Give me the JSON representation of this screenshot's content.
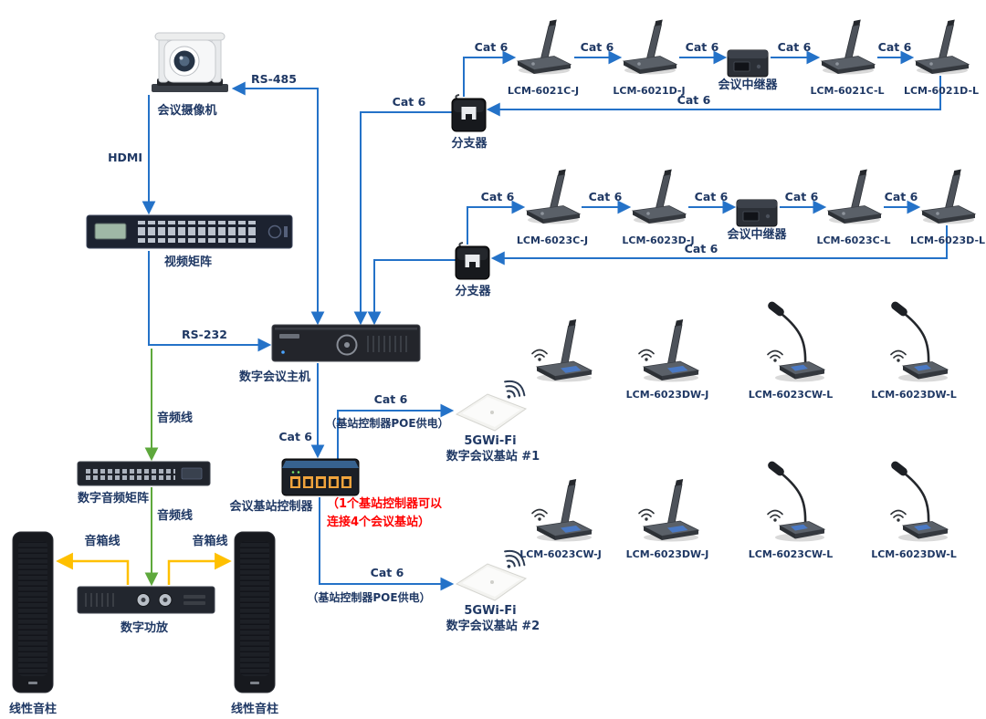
{
  "colors": {
    "line_blue": "#2472c8",
    "line_green": "#5ea83c",
    "line_orange": "#ffc000",
    "text_navy": "#1f3864",
    "text_red": "#ff0000"
  },
  "cables": {
    "cat6": "Cat 6",
    "rs485": "RS-485",
    "hdmi": "HDMI",
    "rs232": "RS-232",
    "audio_line": "音频线",
    "speaker_line": "音箱线"
  },
  "devices": {
    "camera": "会议摄像机",
    "video_matrix": "视频矩阵",
    "host": "数字会议主机",
    "audio_matrix": "数字音频矩阵",
    "amplifier": "数字功放",
    "column_speaker": "线性音柱",
    "controller": "会议基站控制器",
    "splitter": "分支器",
    "repeater": "会议中继器"
  },
  "controller_note": {
    "line1": "（1个基站控制器可以",
    "line2": "连接4个会议基站）"
  },
  "poe_note": "（基站控制器POE供电）",
  "chain1": {
    "mic1": "LCM-6021C-J",
    "mic2": "LCM-6021D-J",
    "mic3": "LCM-6021C-L",
    "mic4": "LCM-6021D-L"
  },
  "chain2": {
    "mic1": "LCM-6023C-J",
    "mic2": "LCM-6023D-J",
    "mic3": "LCM-6023C-L",
    "mic4": "LCM-6023D-L"
  },
  "wireless_row1": {
    "mic2": "LCM-6023DW-J",
    "mic3": "LCM-6023CW-L",
    "mic4": "LCM-6023DW-L"
  },
  "wireless_row2": {
    "mic1": "LCM-6023CW-J",
    "mic2": "LCM-6023DW-J",
    "mic3": "LCM-6023CW-L",
    "mic4": "LCM-6023DW-L"
  },
  "station1": {
    "wifi": "5GWi-Fi",
    "name": "数字会议基站  #1"
  },
  "station2": {
    "wifi": "5GWi-Fi",
    "name": "数字会议基站  #2"
  }
}
